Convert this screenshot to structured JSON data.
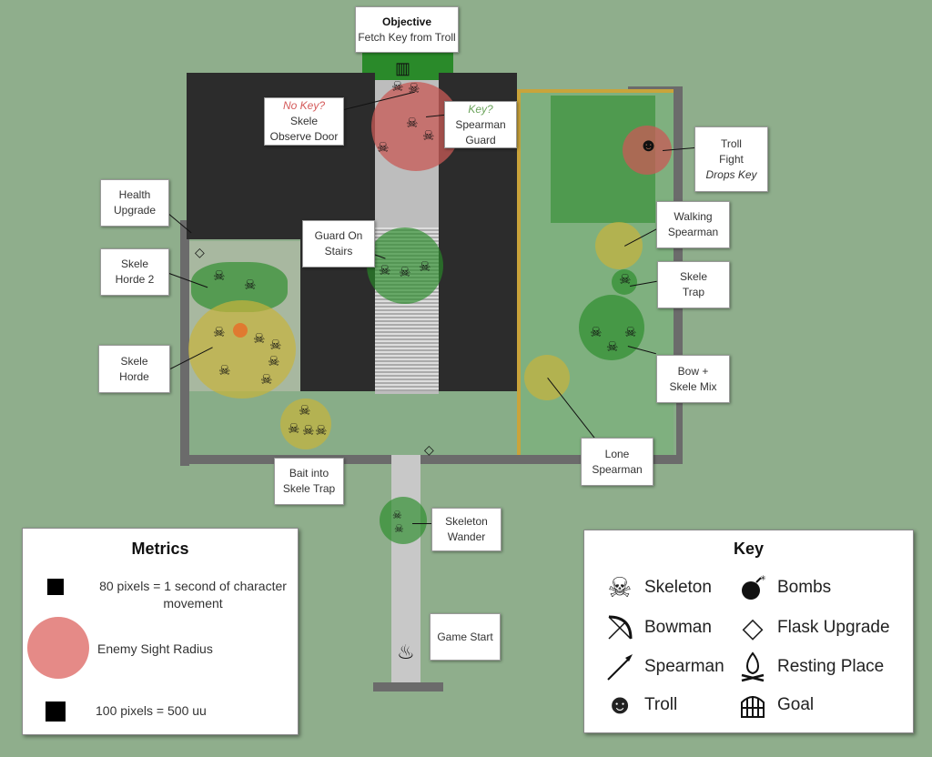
{
  "objective": {
    "title": "Objective",
    "text": "Fetch Key from Troll"
  },
  "callouts": {
    "no_key": {
      "condition": "No Key?",
      "line1": "Skele",
      "line2": "Observe Door"
    },
    "key": {
      "condition": "Key?",
      "line1": "Spearman",
      "line2": "Guard"
    },
    "troll": {
      "line1": "Troll",
      "line2": "Fight",
      "line3": "Drops Key"
    },
    "health": {
      "line1": "Health",
      "line2": "Upgrade"
    },
    "stairs": {
      "line1": "Guard On",
      "line2": "Stairs"
    },
    "walking": {
      "line1": "Walking",
      "line2": "Spearman"
    },
    "horde2": {
      "line1": "Skele",
      "line2": "Horde 2"
    },
    "trap": {
      "line1": "Skele",
      "line2": "Trap"
    },
    "horde": {
      "line1": "Skele",
      "line2": "Horde"
    },
    "bowmix": {
      "line1": "Bow +",
      "line2": "Skele Mix"
    },
    "lone": {
      "line1": "Lone",
      "line2": "Spearman"
    },
    "bait": {
      "line1": "Bait into",
      "line2": "Skele Trap"
    },
    "wander": {
      "line1": "Skeleton",
      "line2": "Wander"
    },
    "start": {
      "line1": "Game Start"
    }
  },
  "metrics": {
    "title": "Metrics",
    "movement": "80 pixels = 1 second of character movement",
    "sight": "Enemy Sight Radius",
    "scale": "100 pixels = 500 uu"
  },
  "key": {
    "title": "Key",
    "items": [
      "Skeleton",
      "Bowman",
      "Spearman",
      "Troll",
      "Bombs",
      "Flask Upgrade",
      "Resting Place",
      "Goal"
    ]
  },
  "colors": {
    "sight": "#e58a87",
    "background": "#8fae8c",
    "roof": "#2c2c2c"
  }
}
